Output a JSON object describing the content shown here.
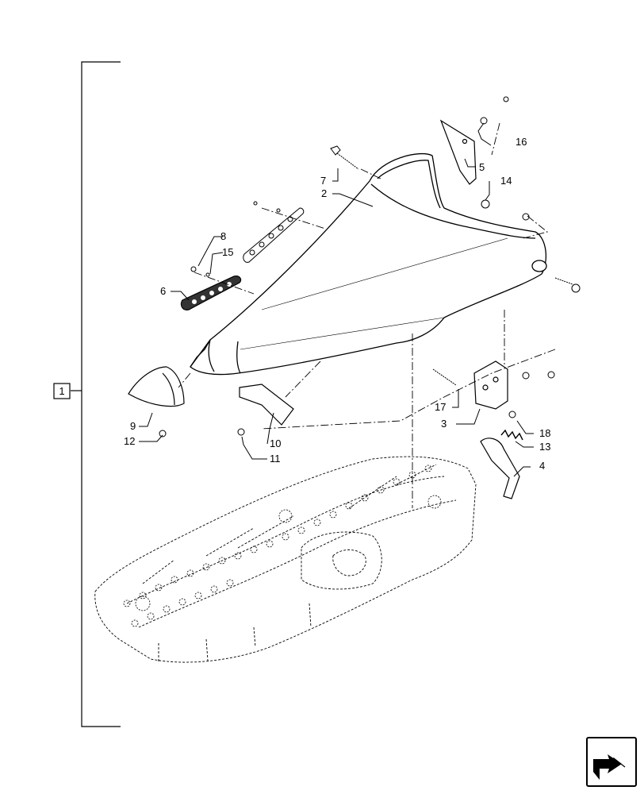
{
  "diagram": {
    "assembly_callout": "1",
    "callouts": [
      {
        "id": "c2",
        "label": "2"
      },
      {
        "id": "c3",
        "label": "3"
      },
      {
        "id": "c4",
        "label": "4"
      },
      {
        "id": "c5",
        "label": "5"
      },
      {
        "id": "c6",
        "label": "6"
      },
      {
        "id": "c7",
        "label": "7"
      },
      {
        "id": "c8",
        "label": "8"
      },
      {
        "id": "c9",
        "label": "9"
      },
      {
        "id": "c10",
        "label": "10"
      },
      {
        "id": "c11",
        "label": "11"
      },
      {
        "id": "c12",
        "label": "12"
      },
      {
        "id": "c13",
        "label": "13"
      },
      {
        "id": "c14",
        "label": "14"
      },
      {
        "id": "c15",
        "label": "15"
      },
      {
        "id": "c16",
        "label": "16"
      },
      {
        "id": "c17",
        "label": "17"
      },
      {
        "id": "c18",
        "label": "18"
      }
    ],
    "nav_icon": "next-page-arrow-icon",
    "line_color": "#000000",
    "background": "#ffffff"
  }
}
